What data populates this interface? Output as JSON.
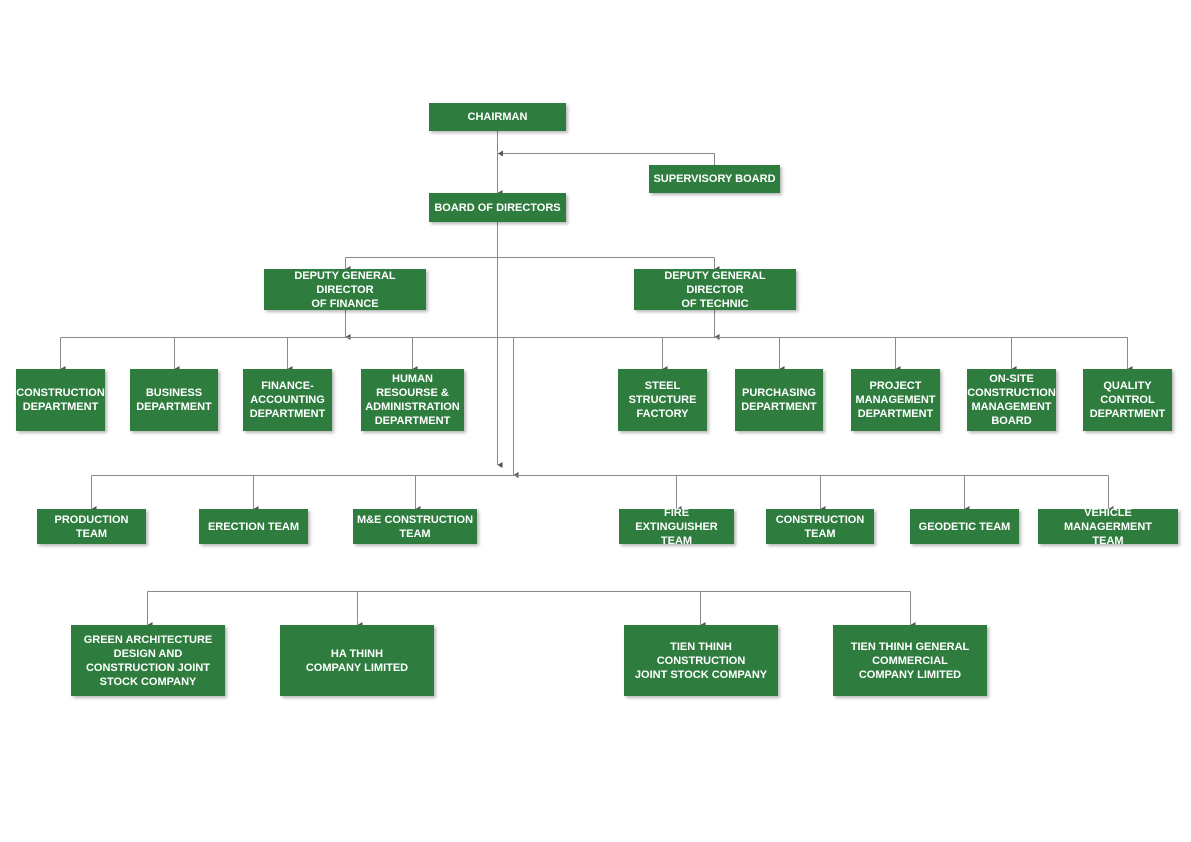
{
  "chart": {
    "chairman": "CHAIRMAN",
    "supervisory_board": "SUPERVISORY BOARD",
    "board_of_directors": "BOARD OF DIRECTORS",
    "deputy_finance": "DEPUTY GENERAL DIRECTOR\nOF FINANCE",
    "deputy_technic": "DEPUTY GENERAL DIRECTOR\nOF TECHNIC",
    "departments": {
      "construction": "CONSTRUCTION\nDEPARTMENT",
      "business": "BUSINESS\nDEPARTMENT",
      "finance_accounting": "FINANCE-\nACCOUNTING\nDEPARTMENT",
      "hr_admin": "HUMAN\nRESOURSE &\nADMINISTRATION\nDEPARTMENT",
      "steel_structure": "STEEL\nSTRUCTURE\nFACTORY",
      "purchasing": "PURCHASING\nDEPARTMENT",
      "project_management": "PROJECT\nMANAGEMENT\nDEPARTMENT",
      "onsite_board": "ON-SITE\nCONSTRUCTION\nMANAGEMENT\nBOARD",
      "quality_control": "QUALITY\nCONTROL\nDEPARTMENT"
    },
    "teams": {
      "production": "PRODUCTION TEAM",
      "erection": "ERECTION TEAM",
      "me_construction": "M&E CONSTRUCTION\nTEAM",
      "fire_extinguisher": "FIRE EXTINGUISHER\nTEAM",
      "construction": "CONSTRUCTION\nTEAM",
      "geodetic": "GEODETIC TEAM",
      "vehicle": "VEHICLE MANAGERMENT\nTEAM"
    },
    "companies": {
      "green_architecture": "GREEN ARCHITECTURE\nDESIGN AND\nCONSTRUCTION JOINT\nSTOCK COMPANY",
      "ha_thinh": "HA THINH\nCOMPANY LIMITED",
      "tien_thinh_construction": "TIEN THINH CONSTRUCTION\nJOINT STOCK COMPANY",
      "tien_thinh_general": "TIEN THINH GENERAL\nCOMMERCIAL\nCOMPANY LIMITED"
    },
    "colors": {
      "box": "#2e7d3e",
      "text": "#ffffff",
      "line": "#8a8a8a"
    }
  }
}
